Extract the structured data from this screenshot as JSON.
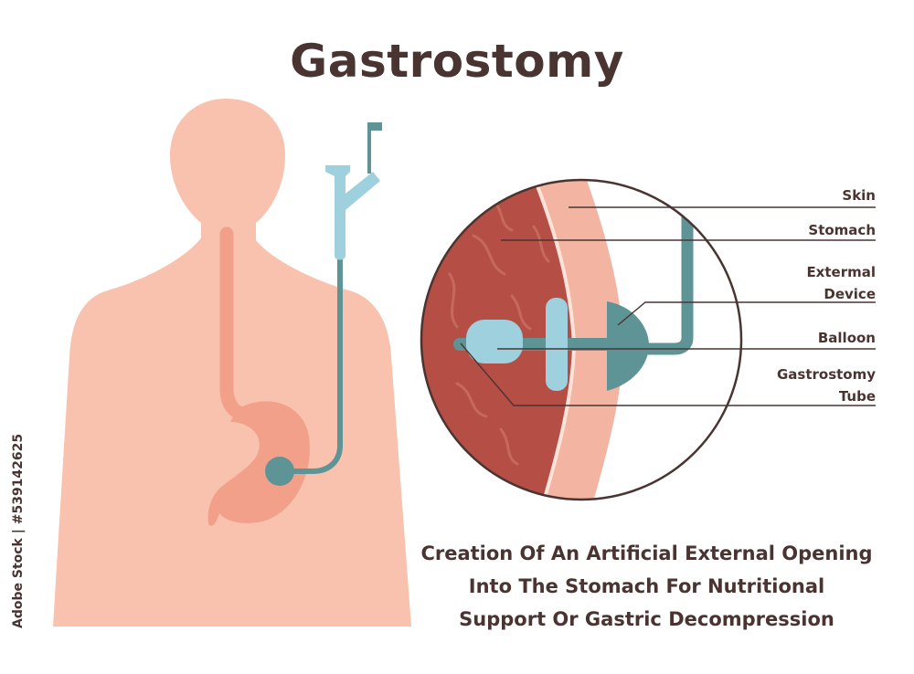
{
  "title": "Gastrostomy",
  "labels": {
    "skin": "Skin",
    "stomach": "Stomach",
    "external_device": [
      "Extermal",
      "Device"
    ],
    "balloon": "Balloon",
    "gastrostomy_tube": [
      "Gastrostomy",
      "Tube"
    ]
  },
  "caption": [
    "Creation Of An Artificial External Opening",
    "Into The Stomach For Nutritional",
    "Support Or Gastric Decompression"
  ],
  "side_id": "Adobe Stock | #539142625",
  "colors": {
    "body": "#f8c2ae",
    "esophagus": "#f2a08a",
    "stomach_wall": "#b54f45",
    "skin_layer": "#f4b4a2",
    "tube": "#5f9496",
    "device": "#9ed0de",
    "text": "#4a3432"
  }
}
